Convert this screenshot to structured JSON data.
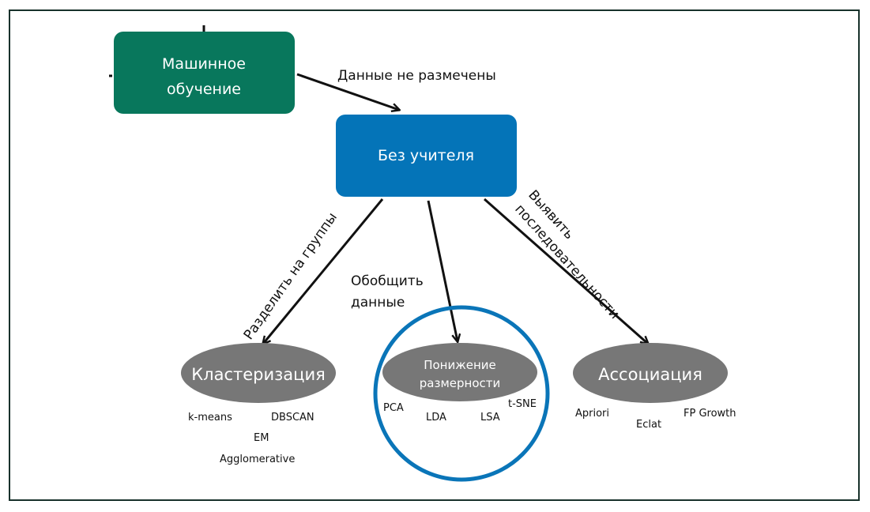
{
  "nodes": {
    "ml": {
      "line1": "Машинное",
      "line2": "обучение"
    },
    "unsupervised": {
      "label": "Без учителя"
    },
    "clustering": {
      "label": "Кластеризация"
    },
    "dimred": {
      "line1": "Понижение",
      "line2": "размерности"
    },
    "association": {
      "label": "Ассоциация"
    }
  },
  "edges": {
    "ml_to_unsup": "Данные не размечены",
    "to_clustering": "Разделить на группы",
    "to_dimred_line1": "Обобщить",
    "to_dimred_line2": "данные",
    "to_assoc_line1": "Выявить",
    "to_assoc_line2": "последовательности"
  },
  "algorithms": {
    "clustering": [
      "k-means",
      "DBSCAN",
      "EM",
      "Agglomerative"
    ],
    "dimred": [
      "PCA",
      "LDA",
      "LSA",
      "t-SNE"
    ],
    "association": [
      "Apriori",
      "Eclat",
      "FP Growth"
    ]
  },
  "colors": {
    "ml_box": "#08775c",
    "unsup_box": "#0474b8",
    "ellipse": "#777777",
    "highlight_circle": "#0a75b8",
    "arrow": "#111111",
    "frame": "#18312b"
  }
}
